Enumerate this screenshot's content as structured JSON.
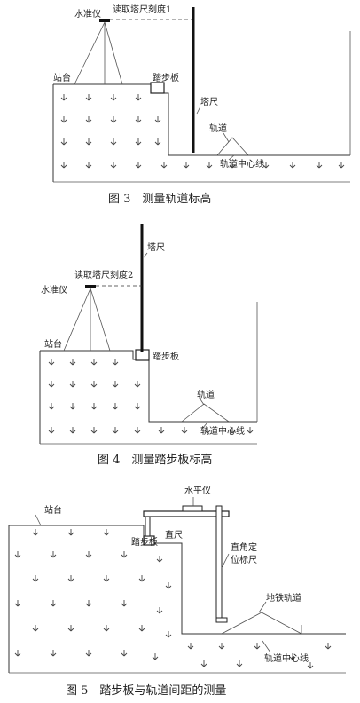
{
  "figure3": {
    "caption": "图 3　测量轨道标高",
    "labels": {
      "level": "水准仪",
      "reading": "读取塔尺刻度1",
      "station": "站台",
      "step_board": "踏步板",
      "staff": "塔尺",
      "track": "轨道",
      "centerline": "轨道中心线"
    }
  },
  "figure4": {
    "caption": "图 4　测量踏步板标高",
    "labels": {
      "staff": "塔尺",
      "reading": "读取塔尺刻度2",
      "level": "水准仪",
      "station": "站台",
      "step_board": "踏步板",
      "track": "轨道",
      "centerline": "轨道中心线"
    }
  },
  "figure5": {
    "caption": "图 5　踏步板与轨道间距的测量",
    "labels": {
      "level": "水平仪",
      "station": "站台",
      "step_board": "踏步板",
      "ruler": "直尺",
      "square_ruler_1": "直角定",
      "square_ruler_2": "位标尺",
      "metro_track": "地铁轨道",
      "centerline": "轨道中心线"
    }
  }
}
